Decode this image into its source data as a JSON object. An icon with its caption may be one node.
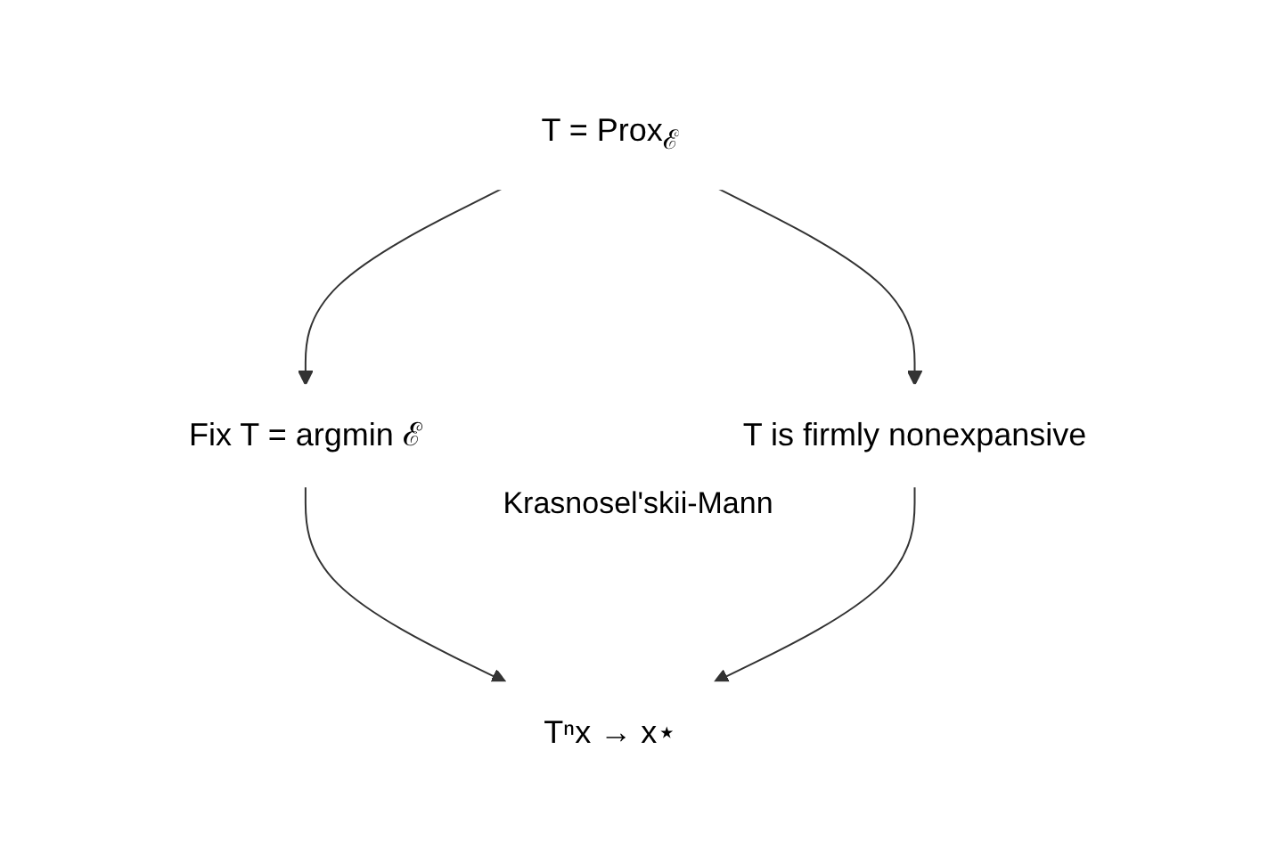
{
  "diagram": {
    "nodes": [
      {
        "text": [
          "T = Prox$_{ℰ}$"
        ]
      },
      {
        "text": [
          "Fix T = argmin ℰ"
        ]
      },
      {
        "text": [
          "T is firmly nonexpansive"
        ]
      },
      {
        "text": [
          "Tⁿx → x⋆"
        ]
      }
    ],
    "edges": [
      {
        "from": 0,
        "to": 1,
        "arrow": "to"
      },
      {
        "from": 0,
        "to": 2,
        "arrow": "to"
      },
      {
        "from": 1,
        "to": 3,
        "arrow": "to"
      },
      {
        "from": 2,
        "to": 3,
        "arrow": "to"
      }
    ],
    "labels": [
      "Krasnosel'skii-Mann"
    ]
  }
}
